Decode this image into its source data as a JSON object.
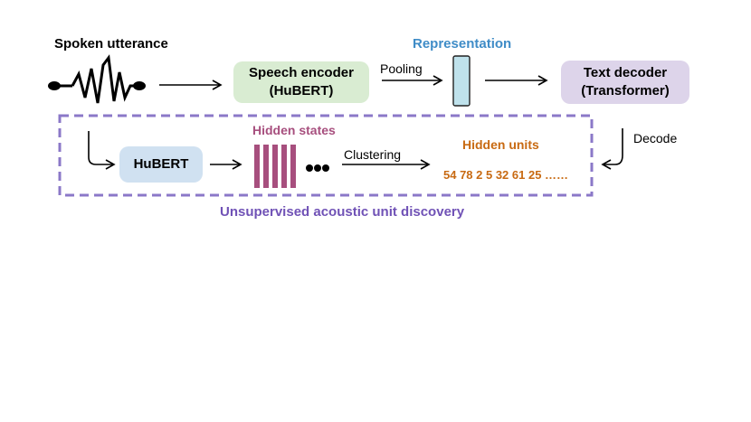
{
  "labels": {
    "spoken_utterance": "Spoken utterance",
    "representation": "Representation",
    "pooling": "Pooling",
    "decode": "Decode",
    "hidden_states": "Hidden states",
    "clustering": "Clustering",
    "hidden_units": "Hidden units",
    "unit_sequence": "54 78 2 5 32 61 25 ……",
    "discovery_caption": "Unsupervised acoustic unit discovery"
  },
  "boxes": {
    "speech_encoder": {
      "line1": "Speech encoder",
      "line2": "(HuBERT)"
    },
    "text_decoder": {
      "line1": "Text decoder",
      "line2": "(Transformer)"
    },
    "hubert": {
      "label": "HuBERT"
    }
  },
  "colors": {
    "speech_encoder_fill": "#d9ecd2",
    "text_decoder_fill": "#ddd4ea",
    "hubert_fill": "#d0e1f1",
    "representation_fill": "#bfe2ec",
    "representation_text": "#3f8cc7",
    "hidden_states_fill": "#a74f7e",
    "hidden_states_text": "#a74f7e",
    "hidden_units_text": "#c86a12",
    "dashed_border": "#8b78c8",
    "discovery_text": "#7052b6"
  }
}
